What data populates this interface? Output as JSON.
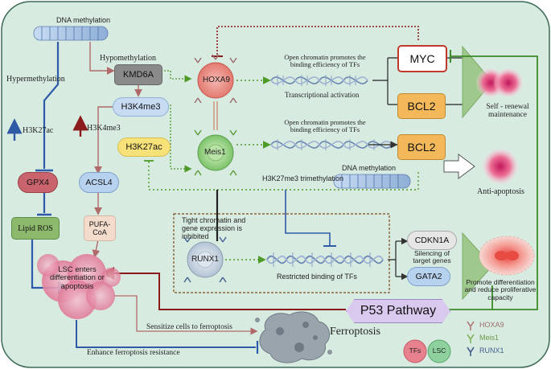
{
  "colors": {
    "background": "#d8ebe1",
    "blue_arrow": "#2e5aa8",
    "red_arrow": "#8b1a1a",
    "green_dotted": "#4e9a28",
    "myc_fill": "#ffffff",
    "myc_border": "#c0392b",
    "bcl2_fill": "#f2b85a",
    "kmd6a_fill": "#8a8a8a",
    "h3k27ac_fill": "#f7e27a",
    "h3k4me3_fill": "#c7dcf3",
    "gpx4_fill": "#c9646c",
    "acsl4_fill": "#b7d2ef",
    "lipid_ros_fill": "#8db96d",
    "pufa_fill": "#f4dccd",
    "gata2_fill": "#b7d2ef",
    "cdkn1a_fill": "#e6e6e6",
    "p53_fill": "#d9c9ef",
    "tfs_fill": "#e8818e",
    "lsc_fill": "#8fd19e"
  },
  "labels": {
    "dna_methylation_top": "DNA methylation",
    "hypermethylation": "Hypermethylation",
    "hypomethylation": "Hypomethylation",
    "kmd6a": "KMD6A",
    "h3k4me3_box": "H3K4me3",
    "h3k27ac_box": "H3K27ac",
    "h3k27ac_arrow": "H3K27ac",
    "h3k4me3_arrow": "H3K4me3",
    "hoxa9": "HOXA9",
    "meis1": "Meis1",
    "runx1": "RUNX1",
    "open_chromatin_1": "Open chromatin promotes the binding efficiency of TFs",
    "open_chromatin_1_line1": "Open chromatin promotes the",
    "open_chromatin_1_line2": "binding efficiency of TFs",
    "transcriptional_activation": "Transcriptional activation",
    "open_chromatin_2_line1": "Open chromatin promotes the",
    "open_chromatin_2_line2": "binding efficiency of TFs",
    "myc": "MYC",
    "bcl2_top": "BCL2",
    "bcl2_mid": "BCL2",
    "self_renewal_line1": "Self - renewal",
    "self_renewal_line2": "maintenance",
    "anti_apoptosis": "Anti-apoptosis",
    "h3k27me3": "H3K27me3 trimethylation",
    "dna_methylation_mid": "DNA methylation",
    "gpx4": "GPX4",
    "acsl4": "ACSL4",
    "lipid_ros": "Lipid ROS",
    "pufa_line1": "PUFA-",
    "pufa_line2": "CoA",
    "tight_chromatin_line1": "Tight chromatin and",
    "tight_chromatin_line2": "gene expression is",
    "tight_chromatin_line3": "inhibited",
    "restricted_binding": "Restricted binding of TFs",
    "cdkn1a": "CDKN1A",
    "gata2": "GATA2",
    "silencing_line1": "Silencing of",
    "silencing_line2": "target genes",
    "promote_diff_line1": "Promote differentiation",
    "promote_diff_line2": "and reduce proliferative",
    "promote_diff_line3": "capacity",
    "lsc_enters_line1": "LSC enters",
    "lsc_enters_line2": "differentiation or",
    "lsc_enters_line3": "apoptosis",
    "p53_pathway": "P53 Pathway",
    "sensitize": "Sensitize cells to ferroptosis",
    "ferroptosis": "Ferroptosis",
    "enhance": "Enhance ferroptosis resistance"
  },
  "legend": {
    "hoxa9": "HOXA9",
    "meis1": "Meis1",
    "runx1": "RUNX1",
    "tfs": "TFs",
    "lsc": "LSC",
    "hoxa9_color": "#b07a7a",
    "meis1_color": "#7fb35a",
    "runx1_color": "#3f5f8f"
  }
}
